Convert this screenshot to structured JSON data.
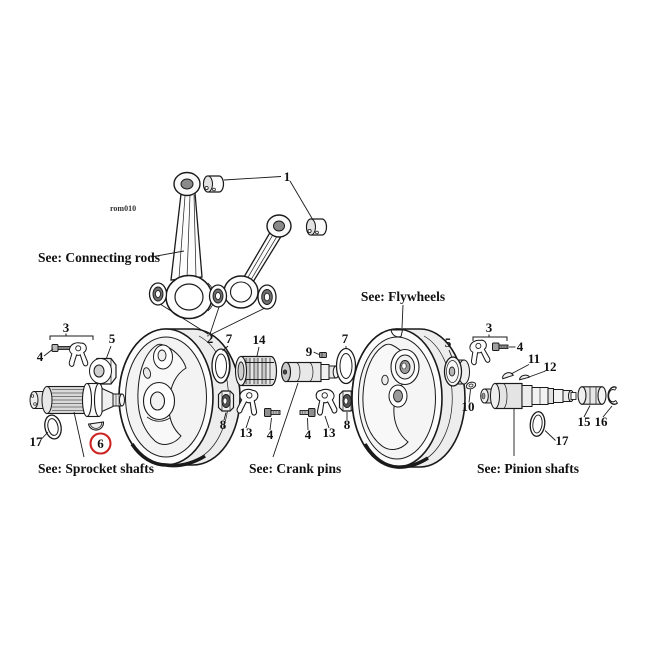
{
  "diagram": {
    "code": "rom010",
    "background": "#ffffff",
    "line_color": "#1a1a1a",
    "highlight_color": "#cc2222",
    "sections": {
      "connecting_rods": "See: Connecting rods",
      "flywheels": "See: Flywheels",
      "sprocket_shafts": "See: Sprocket shafts",
      "crank_pins": "See: Crank pins",
      "pinion_shafts": "See: Pinion shafts"
    },
    "callouts": [
      {
        "label": "1"
      },
      {
        "label": "2"
      },
      {
        "label": "3"
      },
      {
        "label": "4"
      },
      {
        "label": "5"
      },
      {
        "label": "17"
      },
      {
        "label": "6",
        "highlighted": true
      },
      {
        "label": "7"
      },
      {
        "label": "8"
      },
      {
        "label": "14"
      },
      {
        "label": "13"
      },
      {
        "label": "4"
      },
      {
        "label": "9"
      },
      {
        "label": "4"
      },
      {
        "label": "13"
      },
      {
        "label": "7"
      },
      {
        "label": "8"
      },
      {
        "label": "5"
      },
      {
        "label": "3"
      },
      {
        "label": "4"
      },
      {
        "label": "11"
      },
      {
        "label": "12"
      },
      {
        "label": "10"
      },
      {
        "label": "15"
      },
      {
        "label": "16"
      },
      {
        "label": "17"
      }
    ]
  }
}
